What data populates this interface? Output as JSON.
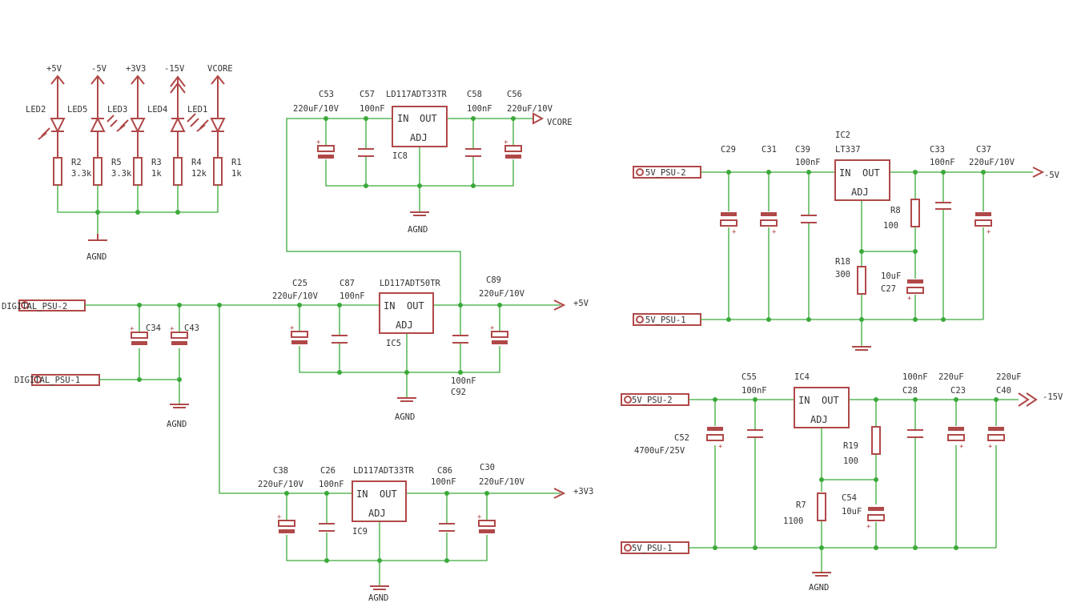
{
  "rails": {
    "p5v": "+5V",
    "m5v": "-5V",
    "p3v3": "+3V3",
    "m15v": "-15V",
    "vcore": "VCORE",
    "m5v_out": "-5V",
    "m15v_out": "-15V",
    "p5v_out": "+5V",
    "p3v3_out": "+3V3",
    "vcore_out": "VCORE"
  },
  "grounds": {
    "agnd": "AGND"
  },
  "pins": {
    "in": "IN",
    "out": "OUT",
    "adj": "ADJ"
  },
  "led_section": {
    "leds": [
      "LED2",
      "LED5",
      "LED3",
      "LED4",
      "LED1"
    ],
    "resistors": [
      {
        "ref": "R2",
        "value": "3.3k"
      },
      {
        "ref": "R5",
        "value": "3.3k"
      },
      {
        "ref": "R3",
        "value": "1k"
      },
      {
        "ref": "R4",
        "value": "12k"
      },
      {
        "ref": "R1",
        "value": "1k"
      }
    ]
  },
  "vcore_section": {
    "c53": {
      "ref": "C53",
      "value": "220uF/10V"
    },
    "c57": {
      "ref": "C57",
      "value": "100nF"
    },
    "ic8": {
      "part": "LD117ADT33TR",
      "ref": "IC8"
    },
    "c58": {
      "ref": "C58",
      "value": "100nF"
    },
    "c56": {
      "ref": "C56",
      "value": "220uF/10V"
    }
  },
  "p5v_section": {
    "conn_psu2": "DIGITAL_PSU-2",
    "conn_psu1": "DIGITAL_PSU-1",
    "c34": "C34",
    "c43": "C43",
    "c25": {
      "ref": "C25",
      "value": "220uF/10V"
    },
    "c87": {
      "ref": "C87",
      "value": "100nF"
    },
    "ic5": {
      "part": "LD117ADT50TR",
      "ref": "IC5"
    },
    "c89": {
      "ref": "C89",
      "value": "220uF/10V"
    },
    "c92": {
      "ref": "C92",
      "value": "100nF"
    }
  },
  "p3v3_section": {
    "c38": {
      "ref": "C38",
      "value": "220uF/10V"
    },
    "c26": {
      "ref": "C26",
      "value": "100nF"
    },
    "ic9": {
      "part": "LD117ADT33TR",
      "ref": "IC9"
    },
    "c86": {
      "ref": "C86",
      "value": "100nF"
    },
    "c30": {
      "ref": "C30",
      "value": "220uF/10V"
    }
  },
  "m5v_section": {
    "conn_psu2": "5V_PSU-2",
    "conn_psu1": "5V_PSU-1",
    "c29": "C29",
    "c31": "C31",
    "c39": {
      "ref": "C39",
      "value": "100nF"
    },
    "ic2": {
      "ref": "IC2",
      "part": "LT337"
    },
    "c33": {
      "ref": "C33",
      "value": "100nF"
    },
    "c37": {
      "ref": "C37",
      "value": "220uF/10V"
    },
    "r8": {
      "ref": "R8",
      "value": "100"
    },
    "r18": {
      "ref": "R18",
      "value": "300"
    },
    "c27": {
      "ref": "C27",
      "value": "10uF"
    }
  },
  "m15v_section": {
    "conn_psu2": "5V_PSU-2",
    "conn_psu1": "5V_PSU-1",
    "c52": {
      "ref": "C52",
      "value": "4700uF/25V"
    },
    "c55": {
      "ref": "C55",
      "value": "100nF"
    },
    "ic4": {
      "ref": "IC4"
    },
    "c28": {
      "ref": "C28",
      "value": "100nF"
    },
    "c23": {
      "ref": "C23",
      "value": "220uF"
    },
    "c40": {
      "ref": "C40",
      "value": "220uF"
    },
    "r19": {
      "ref": "R19",
      "value": "100"
    },
    "r7": {
      "ref": "R7",
      "value": "1100"
    },
    "c54": {
      "ref": "C54",
      "value": "10uF"
    }
  },
  "colors": {
    "wire": "#3aaa3a",
    "part": "#b04848",
    "text": "#333333"
  }
}
